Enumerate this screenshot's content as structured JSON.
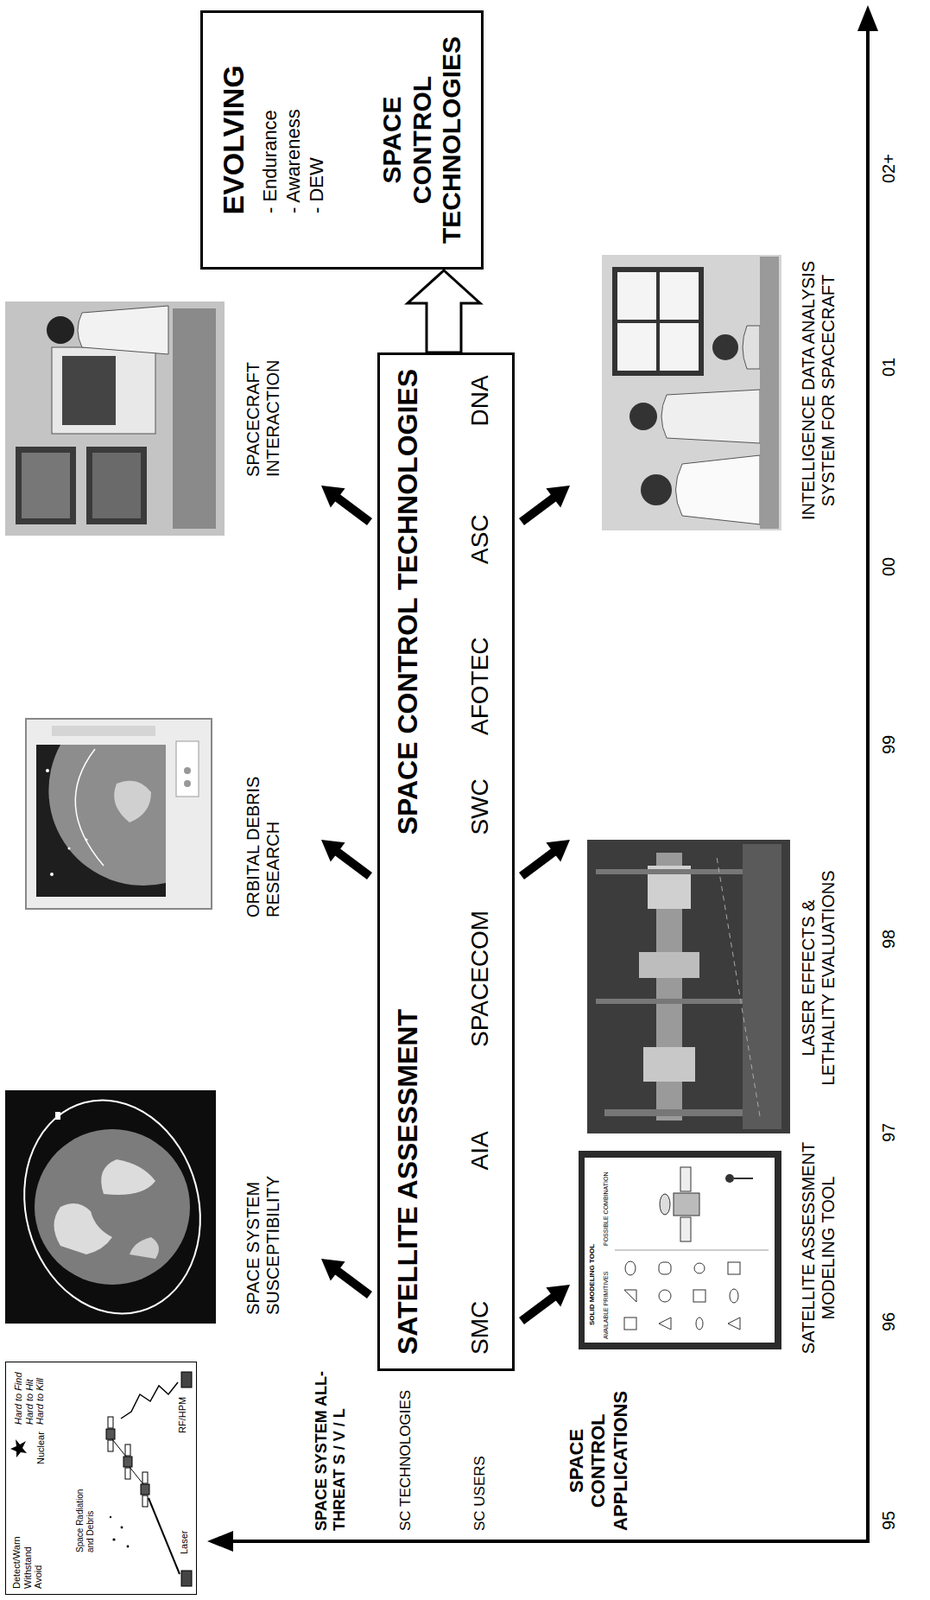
{
  "diagram": {
    "nodes": [
      {
        "text": [
          "Detect/Warn Withstand Avoid",
          "Nuclear",
          "Space Radiation and Debris",
          "Hard to Find Hard to Hit Hard to Kill",
          "RF/HPM",
          "Laser"
        ]
      },
      {
        "text": [
          "SATELLITE ASSESSMENT",
          "SPACE CONTROL TECHNOLOGIES",
          "SMC",
          "AIA",
          "SPACECOM",
          "SWC",
          "AFOTEC",
          "ASC",
          "DNA"
        ]
      },
      {
        "text": [
          "EVOLVING",
          "- Endurance",
          "- Awareness",
          "- DEW",
          "SPACE CONTROL TECHNOLOGIES"
        ]
      }
    ],
    "edges": [
      {
        "from": 1,
        "to": 2,
        "arrow": "to"
      }
    ],
    "labels": [
      "SPACE SYSTEM ALL-THREAT S / V / L",
      "SC TECHNOLOGIES",
      "SC USERS",
      "SPACE CONTROL APPLICATIONS",
      "SPACE SYSTEM SUSCEPTIBILITY",
      "ORBITAL DEBRIS RESEARCH",
      "SPACECRAFT INTERACTION",
      "SATELLITE ASSESSMENT MODELING TOOL",
      "LASER EFFECTS & LETHALITY EVALUATIONS",
      "INTELLIGENCE DATA ANALYSIS SYSTEM FOR SPACECRAFT",
      "SOLID MODELING TOOL",
      "AVAILABLE PRIMITIVES",
      "POSSIBLE COMBINATION",
      "95",
      "96",
      "97",
      "98",
      "99",
      "00",
      "01",
      "02+"
    ]
  }
}
